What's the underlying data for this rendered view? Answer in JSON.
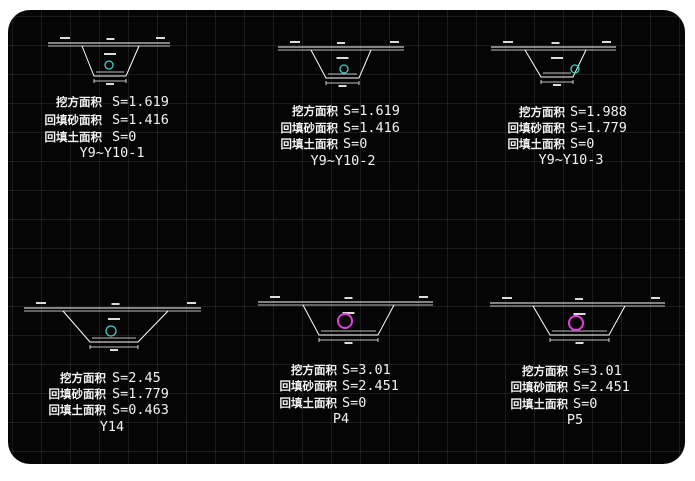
{
  "sections": [
    {
      "id": "Y9~Y10-1",
      "rows": [
        {
          "label": "挖方面积",
          "value": "S=1.619"
        },
        {
          "label": "回填砂面积",
          "value": "S=1.416"
        },
        {
          "label": "回填土面积",
          "value": "S=0"
        }
      ],
      "pipe_color": "#40d0c0"
    },
    {
      "id": "Y9~Y10-2",
      "rows": [
        {
          "label": "挖方面积",
          "value": "S=1.619"
        },
        {
          "label": "回填砂面积",
          "value": "S=1.416"
        },
        {
          "label": "回填土面积",
          "value": "S=0"
        }
      ],
      "pipe_color": "#40d0c0"
    },
    {
      "id": "Y9~Y10-3",
      "rows": [
        {
          "label": "挖方面积",
          "value": "S=1.988"
        },
        {
          "label": "回填砂面积",
          "value": "S=1.779"
        },
        {
          "label": "回填土面积",
          "value": "S=0"
        }
      ],
      "pipe_color": "#40d0c0"
    },
    {
      "id": "Y14",
      "rows": [
        {
          "label": "挖方面积",
          "value": "S=2.45"
        },
        {
          "label": "回填砂面积",
          "value": "S=1.779"
        },
        {
          "label": "回填土面积",
          "value": "S=0.463"
        }
      ],
      "pipe_color": "#40d0c0"
    },
    {
      "id": "P4",
      "rows": [
        {
          "label": "挖方面积",
          "value": "S=3.01"
        },
        {
          "label": "回填砂面积",
          "value": "S=2.451"
        },
        {
          "label": "回填土面积",
          "value": "S=0"
        }
      ],
      "pipe_color": "#e040e0"
    },
    {
      "id": "P5",
      "rows": [
        {
          "label": "挖方面积",
          "value": "S=3.01"
        },
        {
          "label": "回填砂面积",
          "value": "S=2.451"
        },
        {
          "label": "回填土面积",
          "value": "S=0"
        }
      ],
      "pipe_color": "#e040e0"
    }
  ],
  "colors": {
    "background": "#050505",
    "grid": "#2a2a2a",
    "linework": "#ffffff"
  }
}
